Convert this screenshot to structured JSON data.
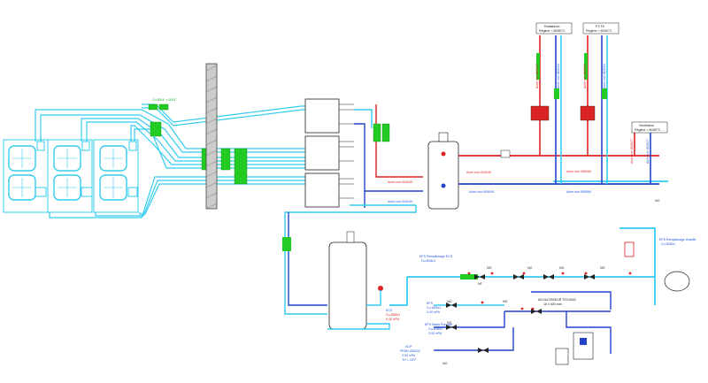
{
  "colors": {
    "cold_water": "#33ccee",
    "hot_water": "#2244cc",
    "return_red": "#dd2222",
    "green_device": "#22cc22",
    "line_black": "#222222",
    "wall_gray": "#999999",
    "label_blue": "#2255dd",
    "label_red": "#dd2222"
  },
  "labels": {
    "outdoor_pipe": "Cu Ø3/4\" x Ø3/4\"",
    "acier_noir_40_49_a": "Acier noir Ø40/49",
    "acier_noir_40_49_b": "Acier noir Ø40/49",
    "acier_noir_40_49_c": "Acier noir Ø40/49",
    "acier_noir_40_49_d": "Acier noir Ø40/49",
    "acier_noir_50_60_red": "Acier noir Ø50/60",
    "acier_noir_50_60_blue": "Acier noir Ø50/60",
    "acier_noir_v1": "Acier noir Ø20/27",
    "acier_noir_v2": "Acier noir Ø26/34",
    "acier_noir_v3": "Acier noir Ø20/27",
    "acier_noir_v4": "Acier noir Ø26/34",
    "acier_noir_v5": "Acier noir Ø20/27",
    "acier_noir_v6": "Acier noir Ø20/27",
    "circuit_1_title": "Radiateurs",
    "circuit_1_sub": "Régime = 80/60°C",
    "circuit_2_title": "P.CTA",
    "circuit_2_sub": "Régime = 60/40°C",
    "circuit_3_title": "Ventilateur",
    "circuit_3_sub": "Régime = 80/60°C",
    "efs_remplissage_ecs": "EFS Remplissage ECS",
    "efs_remplissage_ecs_sub": "Cu Ø18x1",
    "efs_remplissage_chauffe": "EFS Remplissage chauffe",
    "efs_remplissage_chauffe_sub": "Cu Ø18x1",
    "ecs_label": "ECS",
    "ecs_sub1": "Cu Ø28x1",
    "ecs_sub2": "0.40 m³/h",
    "efs_label": "EFS",
    "efs_sub1": "Cu Ø28x1",
    "efs_sub2": "3.00 m³/h",
    "efs_wash_label": "EFS Wash Puisage",
    "efs_wash_sub1": "Cu Ø18x1",
    "efs_wash_sub2": "3.00 m³/h",
    "adoucisseur": "ADOUCISSEUR TECHNIC",
    "adoucisseur_sub": "18 x 400 mm",
    "acp_label": "ACP",
    "acp_sub1": "PEHD Ø40/32",
    "acp_sub2": "3.00 m³/h",
    "acp_sub3": "TH < 15°F",
    "no_tag": "NO",
    "nf_tag": "NF"
  }
}
